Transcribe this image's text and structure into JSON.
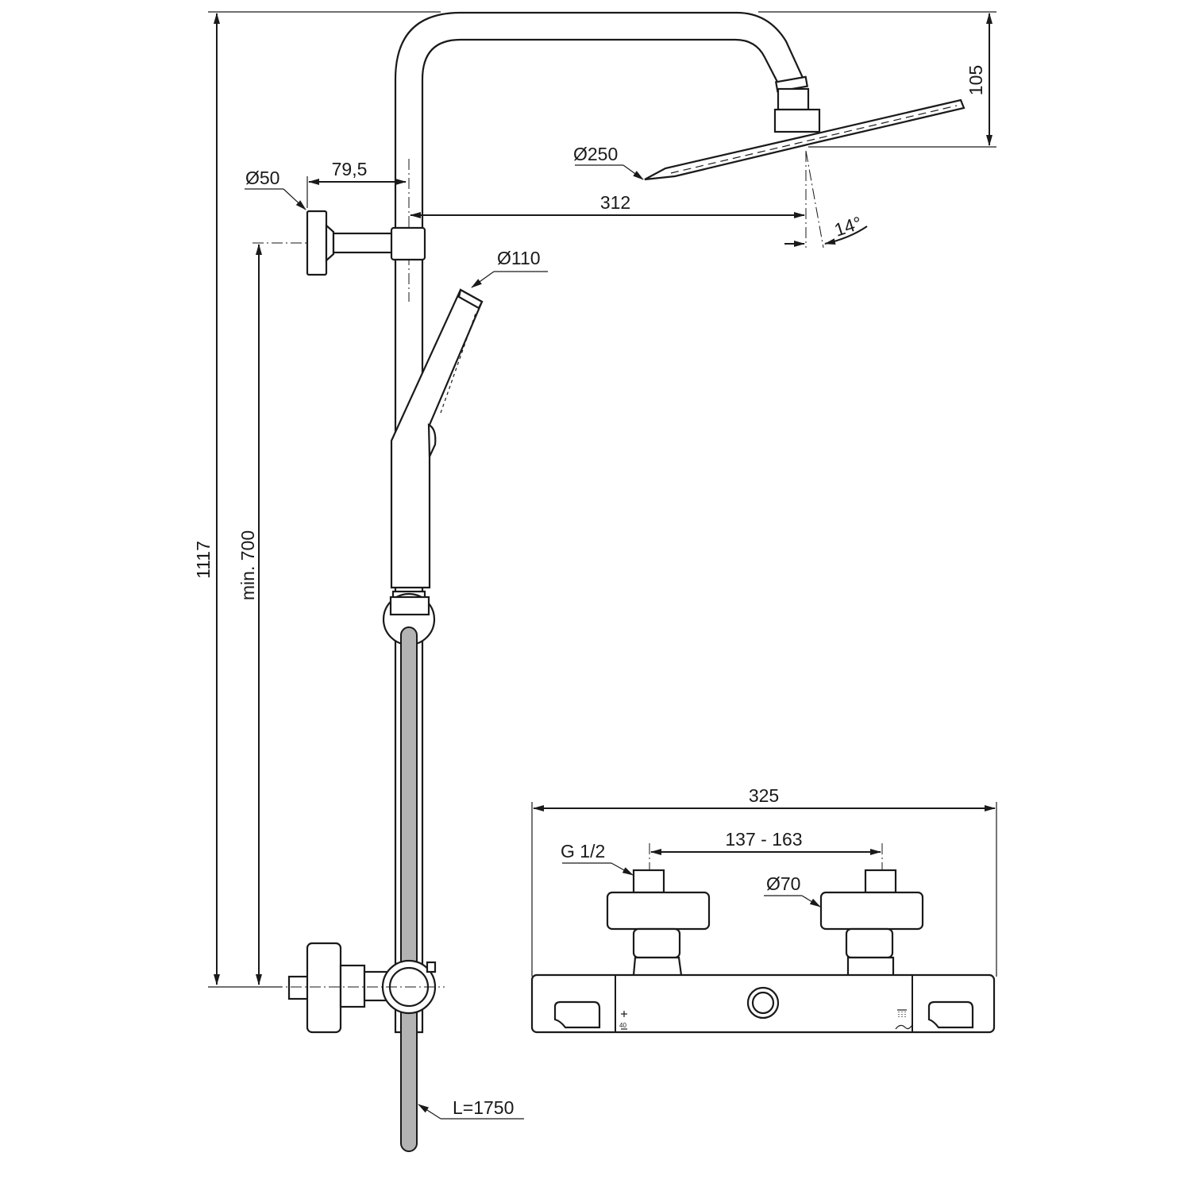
{
  "dimensions": {
    "total_height": "1117",
    "min_height": "min. 700",
    "arm_height": "105",
    "wall_offset": "79,5",
    "wall_flange": "Ø50",
    "arm_projection": "312",
    "head_diameter": "Ø250",
    "head_angle": "14°",
    "hand_shower": "Ø110",
    "hose_length": "L=1750",
    "mixer_width": "325",
    "inlet_spacing": "137 - 163",
    "inlet_thread": "G 1/2",
    "escutcheon": "Ø70",
    "scale_label": "40"
  },
  "icons": {
    "plus_minus": "temperature-scale-icon",
    "shower": "shower-symbol-icon"
  }
}
